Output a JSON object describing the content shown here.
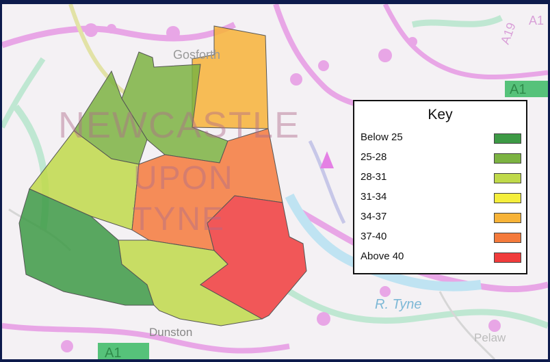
{
  "map": {
    "base_labels": {
      "city_line1": "NEWCASTLE",
      "city_line2": "UPON",
      "city_line3": "TYNE",
      "gosforth": "Gosforth",
      "dunston": "Dunston",
      "pelaw": "Pelaw",
      "river": "R. Tyne",
      "road_a1": "A1",
      "road_a1_top": "A1",
      "road_a19": "A19",
      "road_a1_right": "A1"
    },
    "colors": {
      "below_25": "#3d9a45",
      "r25_28": "#7cb342",
      "r28_31": "#bfd94a",
      "r31_34": "#f4ee3c",
      "r34_37": "#f7b338",
      "r37_40": "#f47a3c",
      "above_40": "#f03c3c"
    }
  },
  "legend": {
    "title": "Key",
    "items": [
      {
        "label": "Below 25",
        "color": "#3d9a45"
      },
      {
        "label": "25-28",
        "color": "#7cb342"
      },
      {
        "label": "28-31",
        "color": "#bfd94a"
      },
      {
        "label": "31-34",
        "color": "#f4ee3c"
      },
      {
        "label": "34-37",
        "color": "#f7b338"
      },
      {
        "label": "37-40",
        "color": "#f47a3c"
      },
      {
        "label": "Above 40",
        "color": "#f03c3c"
      }
    ]
  }
}
